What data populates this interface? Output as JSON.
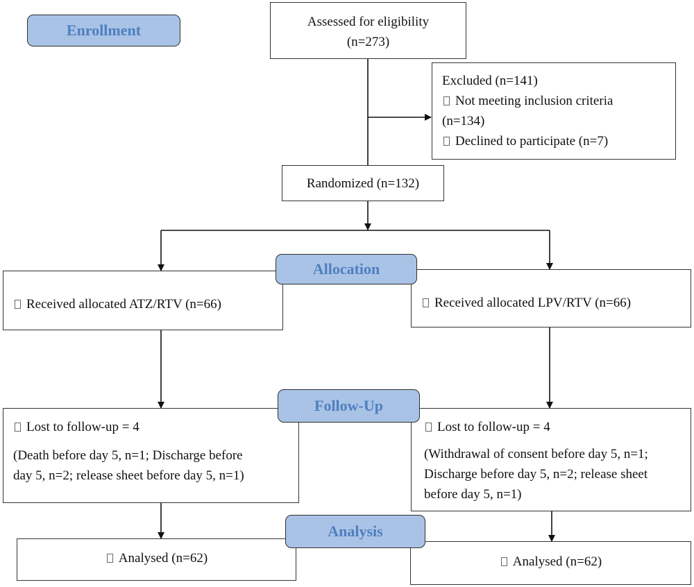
{
  "stages": {
    "enrollment": "Enrollment",
    "allocation": "Allocation",
    "follow_up": "Follow-Up",
    "analysis": "Analysis"
  },
  "assessed": {
    "line1": "Assessed for eligibility",
    "line2": "(n=273)"
  },
  "excluded": {
    "title": "Excluded (n=141)",
    "reason1a": "Not meeting inclusion criteria",
    "reason1b": "(n=134)",
    "reason2": "Declined to participate (n=7)"
  },
  "randomized": "Randomized (n=132)",
  "allocation": {
    "left": "Received allocated ATZ/RTV (n=66)",
    "right": "Received allocated LPV/RTV (n=66)"
  },
  "follow_up": {
    "left_lost": "Lost to follow-up = 4",
    "left_detail": [
      "(Death before day 5, n=1; Discharge before",
      "day 5, n=2; release sheet before day 5, n=1)"
    ],
    "right_lost": "Lost to follow-up = 4",
    "right_detail": [
      "(Withdrawal of consent before day 5, n=1;",
      "Discharge before day 5, n=2; release sheet",
      "before day 5, n=1)"
    ]
  },
  "analysis": {
    "left": "Analysed (n=62)",
    "right": "Analysed (n=62)"
  },
  "colors": {
    "stage_fill": "#a9c3e6",
    "stage_text": "#4f7fbf",
    "border": "#333333"
  }
}
